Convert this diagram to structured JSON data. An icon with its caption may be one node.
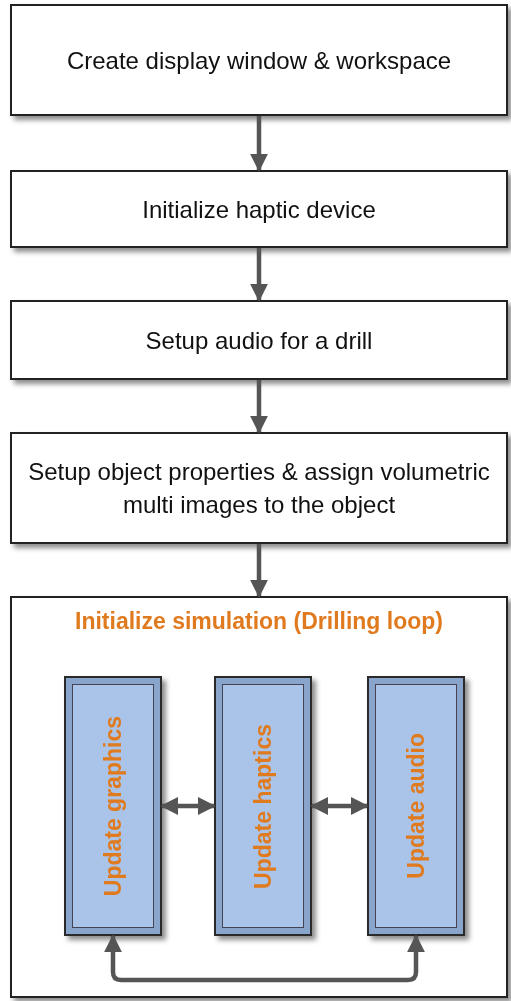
{
  "diagram": {
    "nodes": [
      {
        "text": [
          "Create display window & workspace"
        ]
      },
      {
        "text": [
          "Initialize haptic device"
        ]
      },
      {
        "text": [
          "Setup audio for a drill"
        ]
      },
      {
        "text": [
          "Setup object properties & assign volumetric multi images to the object"
        ]
      },
      {
        "text": [
          "Initialize simulation (Drilling loop)"
        ]
      },
      {
        "text": [
          "Update graphics"
        ],
        "in": 4
      },
      {
        "text": [
          "Update haptics"
        ],
        "in": 4
      },
      {
        "text": [
          "Update audio"
        ],
        "in": 4
      }
    ],
    "edges": [
      {
        "from": 0,
        "to": 1,
        "arrow": "to"
      },
      {
        "from": 1,
        "to": 2,
        "arrow": "to"
      },
      {
        "from": 2,
        "to": 3,
        "arrow": "to"
      },
      {
        "from": 3,
        "to": 4,
        "arrow": "to"
      },
      {
        "from": 5,
        "to": 6,
        "arrow": "both"
      },
      {
        "from": 6,
        "to": 7,
        "arrow": "both"
      },
      {
        "from": 5,
        "to": 7,
        "arrow": "both"
      }
    ]
  }
}
